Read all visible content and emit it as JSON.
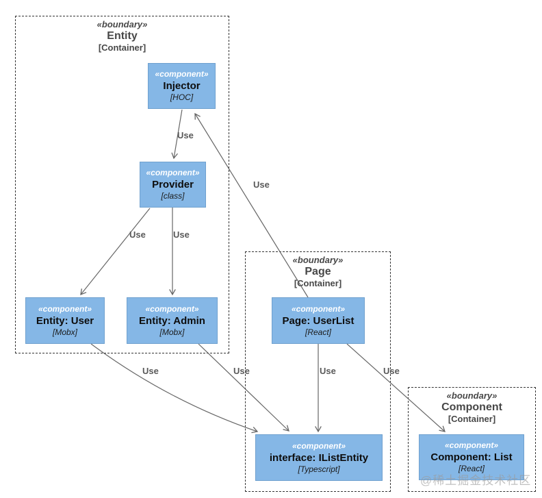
{
  "diagram": {
    "boundaries": [
      {
        "id": "entity",
        "stereotype": "«boundary»",
        "name": "Entity",
        "tech": "[Container]"
      },
      {
        "id": "page",
        "stereotype": "«boundary»",
        "name": "Page",
        "tech": "[Container]"
      },
      {
        "id": "component",
        "stereotype": "«boundary»",
        "name": "Component",
        "tech": "[Container]"
      }
    ],
    "components": [
      {
        "id": "injector",
        "stereotype": "«component»",
        "name": "Injector",
        "tech": "[HOC]"
      },
      {
        "id": "provider",
        "stereotype": "«component»",
        "name": "Provider",
        "tech": "[class]"
      },
      {
        "id": "entity-user",
        "stereotype": "«component»",
        "name": "Entity: User",
        "tech": "[Mobx]"
      },
      {
        "id": "entity-admin",
        "stereotype": "«component»",
        "name": "Entity: Admin",
        "tech": "[Mobx]"
      },
      {
        "id": "page-userlist",
        "stereotype": "«component»",
        "name": "Page: UserList",
        "tech": "[React]"
      },
      {
        "id": "ilistentity",
        "stereotype": "«component»",
        "name": "interface: IListEntity",
        "tech": "[Typescript]"
      },
      {
        "id": "component-list",
        "stereotype": "«component»",
        "name": "Component: List",
        "tech": "[React]"
      }
    ],
    "edges": [
      {
        "from": "Injector",
        "to": "Provider",
        "label": "Use"
      },
      {
        "from": "Page: UserList",
        "to": "Injector",
        "label": "Use"
      },
      {
        "from": "Provider",
        "to": "Entity: User",
        "label": "Use"
      },
      {
        "from": "Provider",
        "to": "Entity: Admin",
        "label": "Use"
      },
      {
        "from": "Entity: User",
        "to": "interface: IListEntity",
        "label": "Use"
      },
      {
        "from": "Entity: Admin",
        "to": "interface: IListEntity",
        "label": "Use"
      },
      {
        "from": "Page: UserList",
        "to": "interface: IListEntity",
        "label": "Use"
      },
      {
        "from": "Page: UserList",
        "to": "Component: List",
        "label": "Use"
      }
    ],
    "watermark": "@稀土掘金技术社区",
    "colors": {
      "component_fill": "#85B7E6",
      "component_border": "#6FA0CE",
      "component_stereotype_text": "#FFFFFF",
      "edge": "#666666",
      "boundary_border": "#333333",
      "boundary_text": "#474747",
      "watermark": "#9A9A9A"
    }
  }
}
